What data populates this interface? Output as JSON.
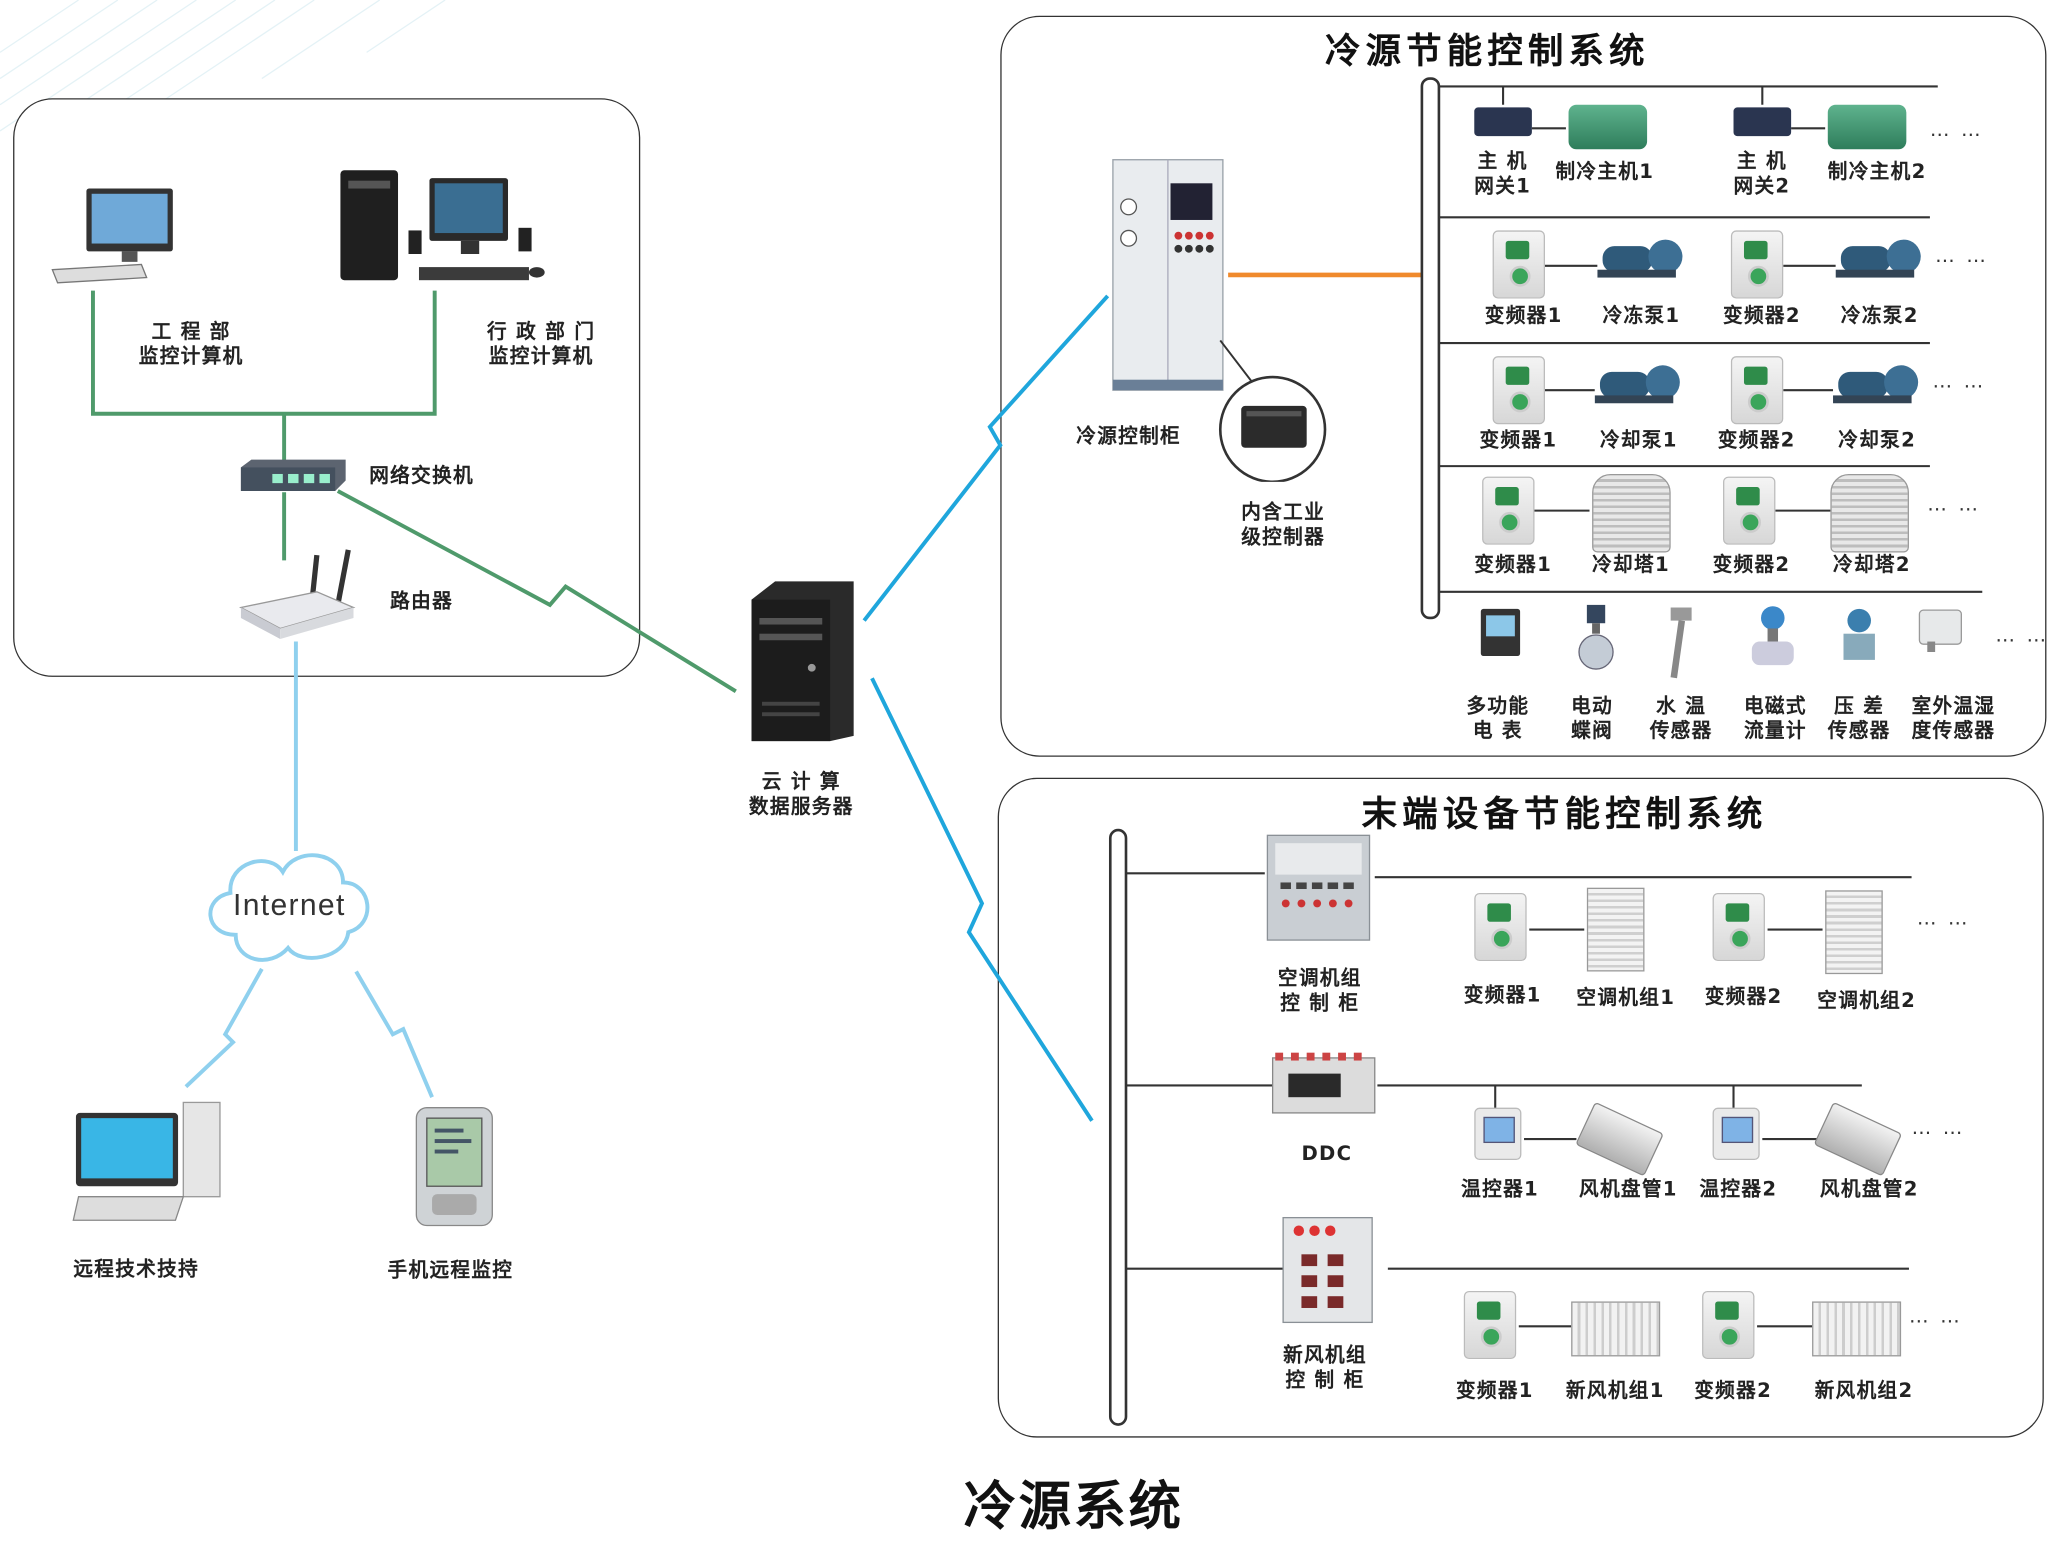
{
  "caption": "冷源系统",
  "panels": {
    "cold_source_title": "冷源节能控制系统",
    "terminal_title": "末端设备节能控制系统"
  },
  "office": {
    "eng_pc": [
      "工  程  部",
      "监控计算机"
    ],
    "admin_pc": [
      "行 政 部 门",
      "监控计算机"
    ],
    "switch": "网络交换机",
    "router": "路由器"
  },
  "internet": "Internet",
  "remote_support": "远程技术技持",
  "mobile_monitor": "手机远程监控",
  "server": [
    "云  计  算",
    "数据服务器"
  ],
  "cold_source": {
    "cabinet": "冷源控制柜",
    "controller": [
      "内含工业",
      "级控制器"
    ],
    "row1": [
      [
        "主  机",
        "网关1"
      ],
      "制冷主机1",
      [
        "主  机",
        "网关2"
      ],
      "制冷主机2"
    ],
    "row2": [
      "变频器1",
      "冷冻泵1",
      "变频器2",
      "冷冻泵2"
    ],
    "row3": [
      "变频器1",
      "冷却泵1",
      "变频器2",
      "冷却泵2"
    ],
    "row4": [
      "变频器1",
      "冷却塔1",
      "变频器2",
      "冷却塔2"
    ],
    "row5": [
      [
        "多功能",
        "电   表"
      ],
      [
        "电动",
        "蝶阀"
      ],
      [
        "水    温",
        "传感器"
      ],
      [
        "电磁式",
        "流量计"
      ],
      [
        "压    差",
        "传感器"
      ],
      [
        "室外温湿",
        "度传感器"
      ]
    ],
    "ellipsis": "… …"
  },
  "terminal": {
    "ahu_cabinet": [
      "空调机组",
      "控  制  柜"
    ],
    "ddc": "DDC",
    "fresh_cabinet": [
      "新风机组",
      "控  制  柜"
    ],
    "row1": [
      "变频器1",
      "空调机组1",
      "变频器2",
      "空调机组2"
    ],
    "row2": [
      "温控器1",
      "风机盘管1",
      "温控器2",
      "风机盘管2"
    ],
    "row3": [
      "变频器1",
      "新风机组1",
      "变频器2",
      "新风机组2"
    ],
    "ellipsis": "… …"
  },
  "colors": {
    "lan_green": "#4f9a6b",
    "link_blue": "#1fa6dc",
    "cloud_blue": "#8fd0ee",
    "bus_orange": "#f08a2c"
  }
}
